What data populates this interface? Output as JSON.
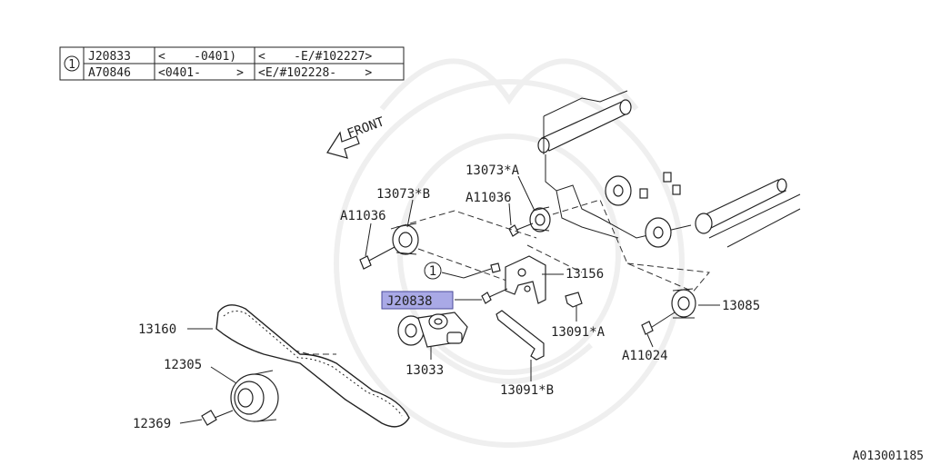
{
  "table": {
    "circle_label": "1",
    "rows": [
      {
        "part": "J20833",
        "date": "<    -0401)",
        "serial": "<    -E/#102227>"
      },
      {
        "part": "A70846",
        "date": "<0401-     >",
        "serial": "<E/#102228-    >"
      }
    ]
  },
  "front_label": "FRONT",
  "highlight_color": "#a9a9e6",
  "labels": {
    "p13073a": "13073*A",
    "p13073b": "13073*B",
    "p11036_right": "A11036",
    "p11036_left": "A11036",
    "p13156": "13156",
    "circle1": "1",
    "j20838": "J20838",
    "p13085": "13085",
    "p13160": "13160",
    "p13091a": "13091*A",
    "p11024": "A11024",
    "p13033": "13033",
    "p12305": "12305",
    "p13091b": "13091*B",
    "p12369": "12369"
  },
  "figure_id": "A013001185"
}
